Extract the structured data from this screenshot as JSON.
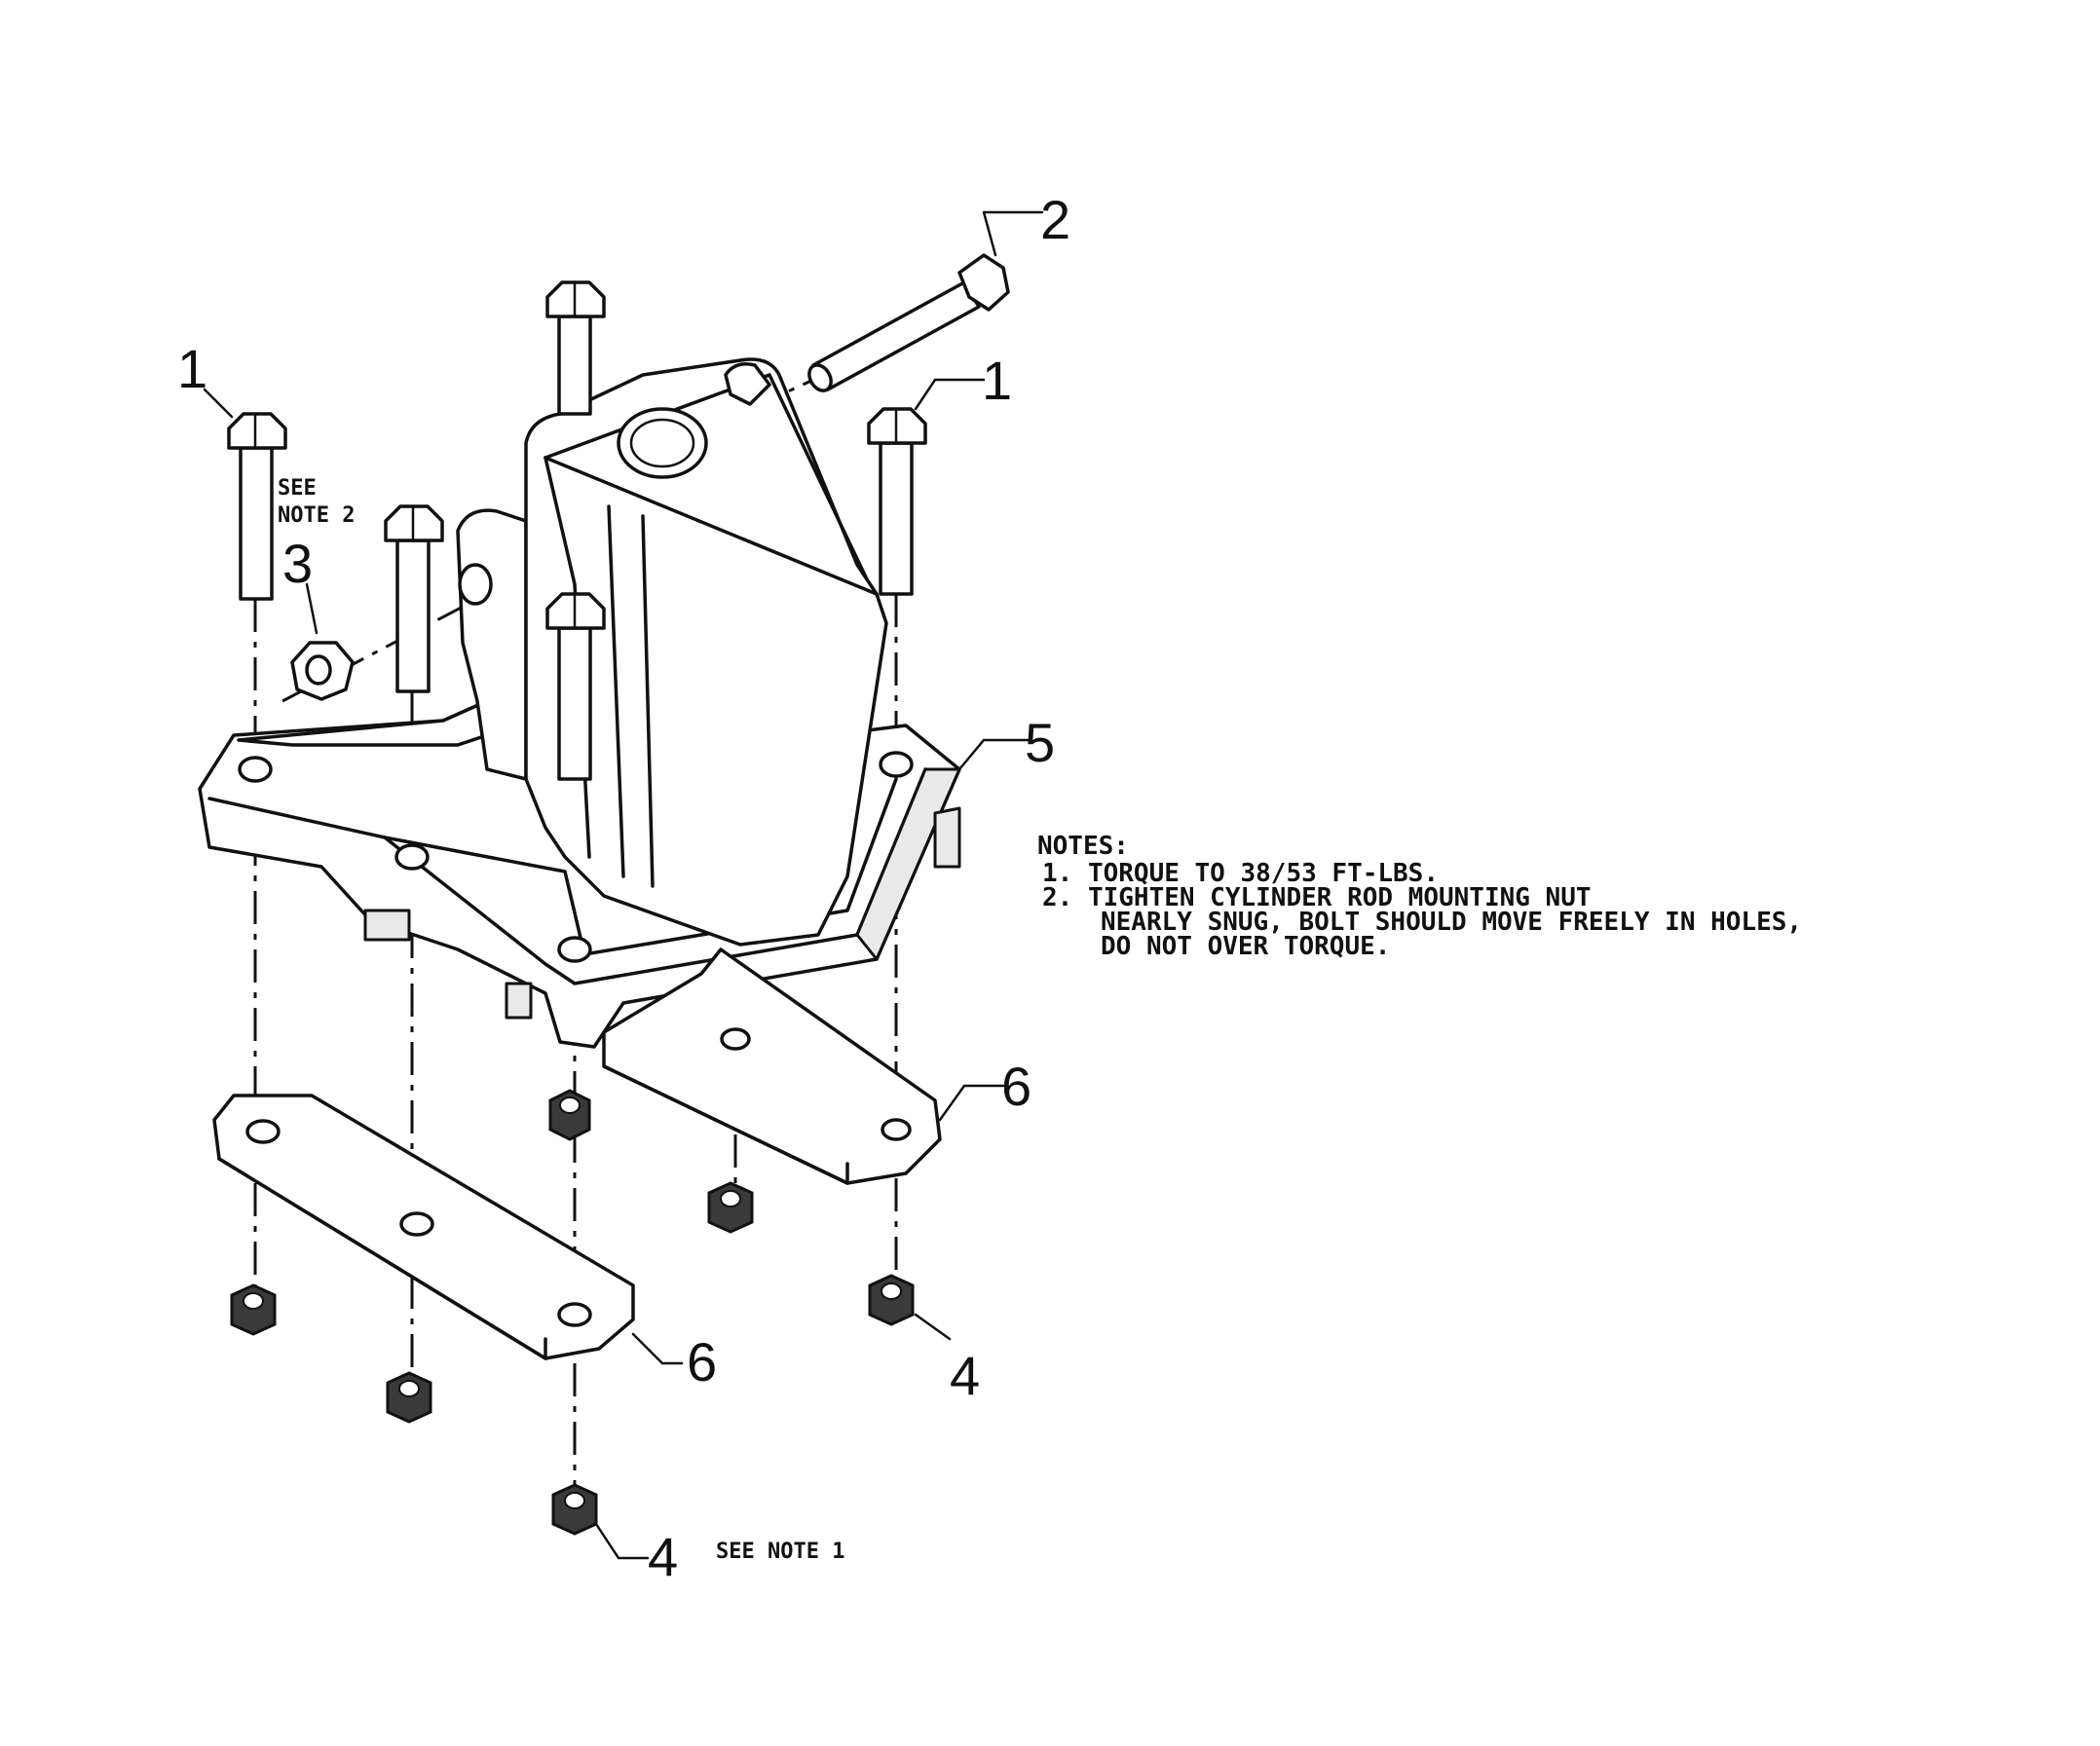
{
  "callouts": {
    "bolt_left": "1",
    "bolt_right": "1",
    "pin": "2",
    "nut_small": "3",
    "nut_right": "4",
    "nut_bottom": "4",
    "mount": "5",
    "plate_right": "6",
    "plate_left": "6"
  },
  "labels": {
    "see_note_2_line1": "SEE",
    "see_note_2_line2": "NOTE 2",
    "see_note_1": "SEE  NOTE  1"
  },
  "notes": {
    "header": "NOTES:",
    "line1": "1.  TORQUE TO 38/53 FT-LBS.",
    "line2": "2.  TIGHTEN CYLINDER ROD MOUNTING NUT",
    "line3": "NEARLY SNUG, BOLT SHOULD MOVE FREELY IN HOLES,",
    "line4": "DO NOT OVER TORQUE."
  }
}
